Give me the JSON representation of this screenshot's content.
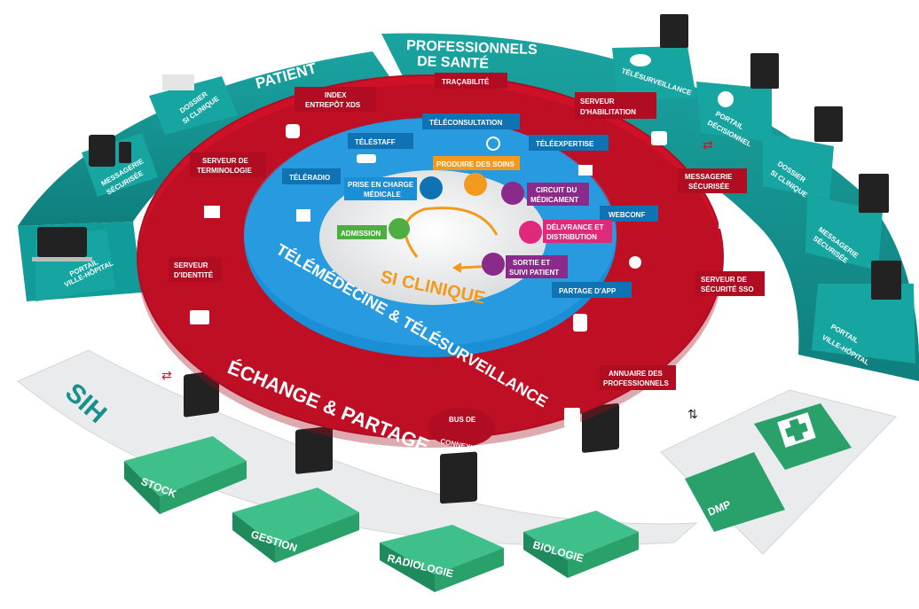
{
  "center": {
    "title": "SI CLINIQUE"
  },
  "ring_labels": {
    "blue": "TÉLÉMÉDECINE & TÉLÉSURVEILLANCE",
    "red": "ÉCHANGE & PARTAGE",
    "bus_line1": "BUS DE",
    "bus_line2": "CONNEXION"
  },
  "clinical_steps": {
    "admission": "ADMISSION",
    "prise_line1": "PRISE EN CHARGE",
    "prise_line2": "MÉDICALE",
    "produire": "PRODUIRE DES SOINS",
    "circuit_line1": "CIRCUIT DU",
    "circuit_line2": "MÉDICAMENT",
    "delivrance_line1": "DÉLIVRANCE ET",
    "delivrance_line2": "DISTRIBUTION",
    "sortie_line1": "SORTIE ET",
    "sortie_line2": "SUIVI PATIENT"
  },
  "blue_services": {
    "teleradio": "TÉLÉRADIO",
    "telestaff": "TÉLÉSTAFF",
    "teleconsultation": "TÉLÉCONSULTATION",
    "teleexpertise": "TÉLÉEXPERTISE",
    "webconf": "WEBCONF",
    "partage": "PARTAGE D'APP"
  },
  "red_services": {
    "tracabilite": "TRAÇABILITÉ",
    "index_line1": "INDEX",
    "index_line2": "ENTREPÔT XDS",
    "habilitation_line1": "SERVEUR",
    "habilitation_line2": "D'HABILITATION",
    "terminologie_line1": "SERVEUR DE",
    "terminologie_line2": "TERMINOLOGIE",
    "messagerie_line1": "MESSAGERIE",
    "messagerie_line2": "SÉCURISÉE",
    "identite_line1": "SERVEUR",
    "identite_line2": "D'IDENTITÉ",
    "securite_line1": "SERVEUR DE",
    "securite_line2": "SÉCURITÉ SSO",
    "annuaire_line1": "ANNUAIRE DES",
    "annuaire_line2": "PROFESSIONNELS"
  },
  "patient": {
    "title": "PATIENT",
    "items": [
      {
        "line1": "DOSSIER",
        "line2": "SI CLINIQUE"
      },
      {
        "line1": "MESSAGERIE",
        "line2": "SÉCURISÉE"
      },
      {
        "line1": "PORTAIL",
        "line2": "VILLE-HÔPITAL"
      }
    ]
  },
  "professionnels": {
    "title_line1": "PROFESSIONNELS",
    "title_line2": "DE SANTÉ",
    "items": [
      {
        "line1": "TÉLÉSURVEILLANCE",
        "line2": ""
      },
      {
        "line1": "PORTAIL",
        "line2": "DÉCISIONNEL"
      },
      {
        "line1": "DOSSIER",
        "line2": "SI CLINIQUE"
      },
      {
        "line1": "MESSAGERIE",
        "line2": "SÉCURISÉE"
      },
      {
        "line1": "PORTAIL",
        "line2": "VILLE-HÔPITAL"
      }
    ]
  },
  "sih": {
    "title": "SIH",
    "items": [
      "STOCK",
      "GESTION",
      "RADIOLOGIE",
      "BIOLOGIE"
    ]
  },
  "dmp": {
    "label": "DMP"
  },
  "colors": {
    "teal": "#15918f",
    "teal_dark": "#0c6e6c",
    "red": "#cf1128",
    "red_dark": "#9e0b1d",
    "blue": "#1a8fd6",
    "blue_light": "#3aa8ea",
    "green": "#2aa06b",
    "gray": "#e7e9ea"
  }
}
